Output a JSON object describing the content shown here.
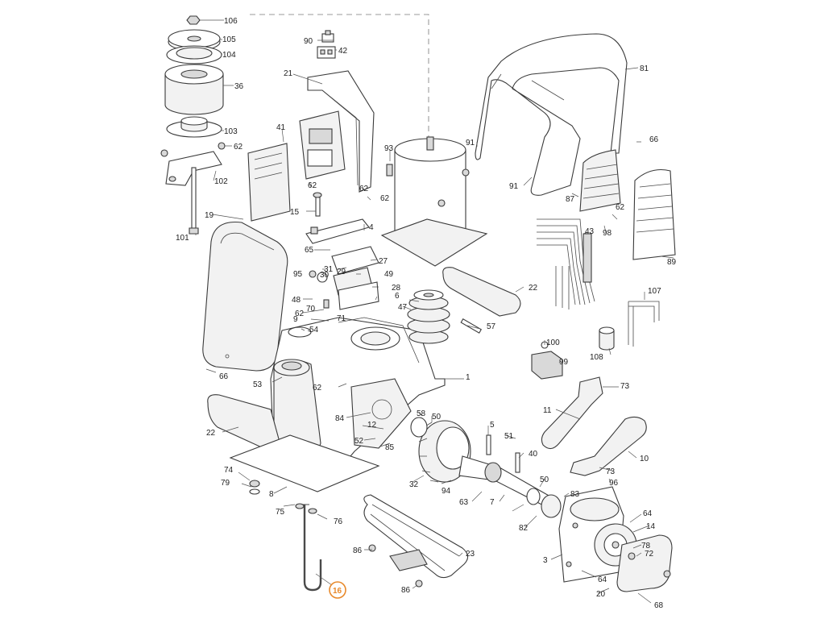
{
  "diagram": {
    "highlight_color": "#e8892a",
    "highlighted_part": "16",
    "labels": [
      "106",
      "105",
      "104",
      "36",
      "103",
      "62",
      "102",
      "101",
      "19",
      "90",
      "42",
      "21",
      "41",
      "62",
      "62",
      "62",
      "15",
      "4",
      "65",
      "31",
      "29",
      "27",
      "95",
      "30",
      "49",
      "28",
      "48",
      "62",
      "70",
      "71",
      "9",
      "54",
      "66",
      "53",
      "62",
      "93",
      "91",
      "91",
      "81",
      "66",
      "87",
      "62",
      "98",
      "89",
      "43",
      "22",
      "6",
      "47",
      "57",
      "107",
      "100",
      "99",
      "108",
      "73",
      "11",
      "10",
      "73",
      "96",
      "1",
      "22",
      "84",
      "58",
      "50",
      "12",
      "52",
      "85",
      "5",
      "51",
      "40",
      "32",
      "94",
      "63",
      "7",
      "50",
      "83",
      "82",
      "64",
      "14",
      "78",
      "72",
      "3",
      "64",
      "20",
      "68",
      "74",
      "79",
      "8",
      "75",
      "76",
      "86",
      "23",
      "86",
      "16"
    ]
  }
}
